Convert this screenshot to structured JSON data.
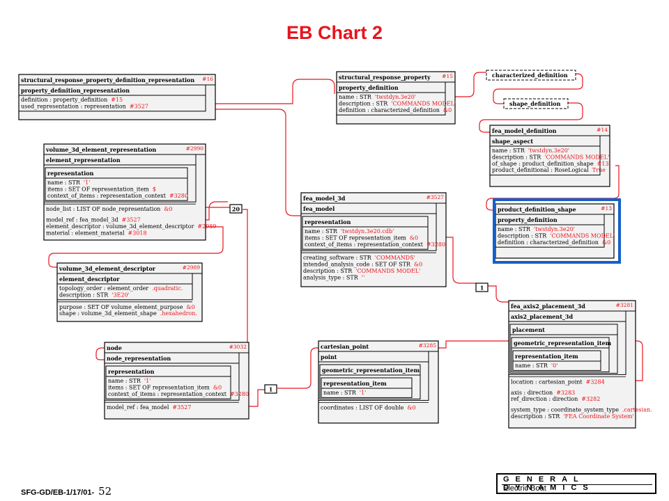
{
  "title": "EB Chart 2",
  "footer": {
    "code": "SFG-GD/EB-1/17/01-",
    "page": "52"
  },
  "logo": {
    "line1": "GENERAL DYNAMICS",
    "line2": "Electric Boat"
  },
  "colors": {
    "accent": "#e8141c",
    "box_fill": "#f2f2f2",
    "highlight": "#1560c8"
  },
  "entities": [
    {
      "id": "e_srpdr",
      "name": "structural_response_property_definition_representation",
      "tag": "#16",
      "frames": [
        {
          "header": "property_definition_representation",
          "lines": [
            {
              "t": "definition : property_definition",
              "r": "#15"
            },
            {
              "t": "used_representation : representation",
              "r": "#3527"
            }
          ]
        }
      ]
    },
    {
      "id": "e_srp",
      "name": "structural_response_property",
      "tag": "#15",
      "frames": [
        {
          "header": "property_definition",
          "lines": [
            {
              "t": "name : STR",
              "r": "'twstdyn.3e20'"
            },
            {
              "t": "description : STR",
              "r": "'COMMANDS MODEL'"
            },
            {
              "t": "definition : characterized_definition",
              "r": "&0"
            }
          ]
        }
      ]
    },
    {
      "id": "e_v3der",
      "name": "volume_3d_element_representation",
      "tag": "#2990",
      "frames": [
        {
          "header": "element_representation",
          "lines": []
        },
        {
          "header": "representation",
          "lines": [
            {
              "t": "name : STR",
              "r": "'1'"
            },
            {
              "t": "items : SET OF representation_item",
              "r": "$"
            },
            {
              "t": "context_of_items : representation_context",
              "r": "#3280"
            }
          ]
        }
      ],
      "lines": [
        {
          "t": "node_list : LIST OF node_representation",
          "r": "&0"
        },
        {
          "t": "model_ref : fea_model_3d",
          "r": "#3527"
        },
        {
          "t": "element_descriptor : volume_3d_element_descriptor",
          "r": "#2989"
        },
        {
          "t": "material : element_material",
          "r": "#3018"
        }
      ]
    },
    {
      "id": "e_fm3",
      "name": "fea_model_3d",
      "tag": "#3527",
      "frames": [
        {
          "header": "fea_model",
          "lines": []
        },
        {
          "header": "representation",
          "lines": [
            {
              "t": "name : STR",
              "r": "'twstdyn.3e20.cdb'"
            },
            {
              "t": "items : SET OF representation_item",
              "r": "&0"
            },
            {
              "t": "context_of_items : representation_context",
              "r": "#3280"
            }
          ]
        }
      ],
      "lines": [
        {
          "t": "creating_software : STR",
          "r": "'COMMANDS'"
        },
        {
          "t": "intended_analysis_code : SET OF STR",
          "r": "&0"
        },
        {
          "t": "description : STR",
          "r": "'COMMANDS MODEL'"
        },
        {
          "t": "analysis_type : STR",
          "r": "''"
        }
      ]
    },
    {
      "id": "e_v3ded",
      "name": "volume_3d_element_descriptor",
      "tag": "#2989",
      "frames": [
        {
          "header": "element_descriptor",
          "lines": [
            {
              "t": "topology_order : element_order",
              "r": ".quadratic."
            },
            {
              "t": "description : STR",
              "r": "'3E20'"
            }
          ]
        }
      ],
      "lines": [
        {
          "t": "purpose : SET OF volume_element_purpose",
          "r": "&0"
        },
        {
          "t": "shape : volume_3d_element_shape",
          "r": ".hexahedron."
        }
      ]
    },
    {
      "id": "e_node",
      "name": "node",
      "tag": "#3032",
      "frames": [
        {
          "header": "node_representation",
          "lines": []
        },
        {
          "header": "representation",
          "lines": [
            {
              "t": "name : STR",
              "r": "'1'"
            },
            {
              "t": "items : SET OF representation_item",
              "r": "&0"
            },
            {
              "t": "context_of_items : representation_context",
              "r": "#3280"
            }
          ]
        }
      ],
      "lines": [
        {
          "t": "model_ref : fea_model",
          "r": "#3527"
        }
      ]
    },
    {
      "id": "e_cp",
      "name": "cartesian_point",
      "tag": "#3285",
      "frames": [
        {
          "header": "point",
          "lines": []
        },
        {
          "header": "geometric_representation_item",
          "lines": []
        },
        {
          "header": "representation_item",
          "lines": [
            {
              "t": "name : STR",
              "r": "'1'"
            }
          ]
        }
      ],
      "lines": [
        {
          "t": "coordinates : LIST OF double",
          "r": "&0"
        }
      ]
    },
    {
      "id": "e_fmd",
      "name": "fea_model_definition",
      "tag": "#14",
      "frames": [
        {
          "header": "shape_aspect",
          "lines": [
            {
              "t": "name : STR",
              "r": "'twstdyn.3e20'"
            },
            {
              "t": "description : STR",
              "r": "'COMMANDS MODEL'"
            },
            {
              "t": "of_shape : product_definition_shape",
              "r": "#13"
            },
            {
              "t": "product_definitional : RoseLogical",
              "r": "True"
            }
          ]
        }
      ]
    },
    {
      "id": "e_pds",
      "name": "product_definition_shape",
      "tag": "#13",
      "frames": [
        {
          "header": "property_definition",
          "lines": [
            {
              "t": "name : STR",
              "r": "'twstdyn.3e20'"
            },
            {
              "t": "description : STR",
              "r": "'COMMANDS MODEL'"
            },
            {
              "t": "definition : characterized_definition",
              "r": "&0"
            }
          ]
        }
      ]
    },
    {
      "id": "e_fa2p",
      "name": "fea_axis2_placement_3d",
      "tag": "#3281",
      "frames": [
        {
          "header": "axis2_placement_3d",
          "lines": []
        },
        {
          "header": "placement",
          "lines": []
        },
        {
          "header": "geometric_representation_item",
          "lines": []
        },
        {
          "header": "representation_item",
          "lines": [
            {
              "t": "name : STR",
              "r": "'0'"
            }
          ]
        }
      ],
      "lines": [
        {
          "t": "location : cartesian_point",
          "r": "#3284"
        },
        {
          "t": "axis : direction",
          "r": "#3283"
        },
        {
          "t": "ref_direction : direction",
          "r": "#3282"
        },
        {
          "t": "system_type : coordinate_system_type",
          "r": ".cartesian."
        },
        {
          "t": "description : STR",
          "r": "'FEA Coordinate System'"
        }
      ]
    }
  ],
  "select_types": [
    {
      "id": "s_cd",
      "name": "characterized_definition"
    },
    {
      "id": "s_sd",
      "name": "shape_definition"
    }
  ],
  "aggregates": [
    {
      "id": "a1",
      "label": "20"
    },
    {
      "id": "a2",
      "label": "1"
    },
    {
      "id": "a3",
      "label": "1"
    }
  ]
}
